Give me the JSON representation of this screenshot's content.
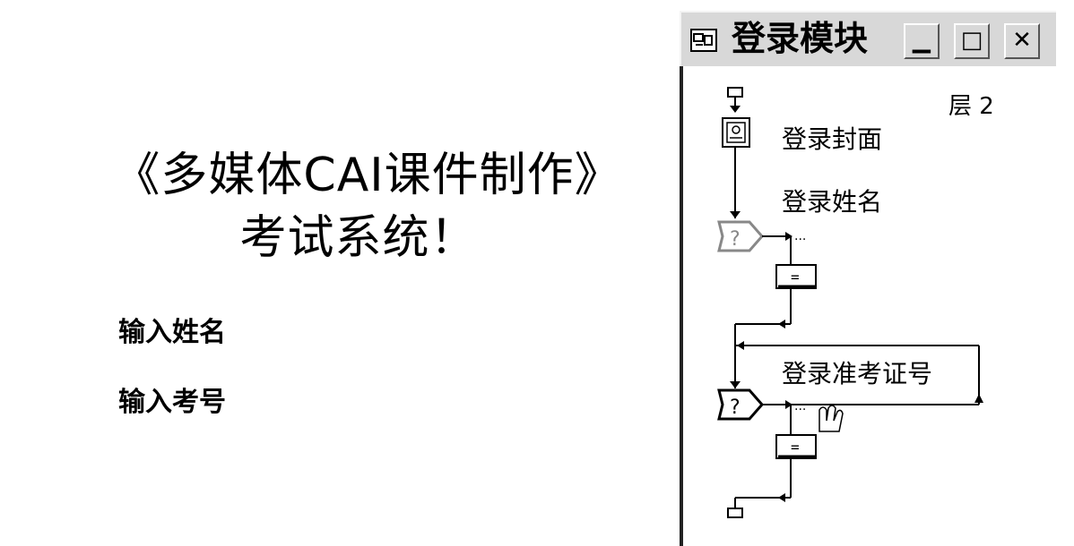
{
  "stage": {
    "title_line1": "《多媒体CAI课件制作》",
    "title_line2": "考试系统！",
    "label_name": "输入姓名",
    "label_exam": "输入考号"
  },
  "window": {
    "title": "登录模块",
    "min_glyph": "▁",
    "max_glyph": "□",
    "close_glyph": "✕",
    "layer_label": "层 2",
    "icons": {
      "window": "flowline-window-icon",
      "start_flag": "start-flag-icon",
      "display": "display-icon",
      "interaction": "interaction-icon",
      "text_entry": "text-entry-response-icon",
      "hand_cursor": "hand-cursor-icon",
      "end_flag": "end-flag-icon"
    },
    "flow": {
      "cover": "登录封面",
      "name": "登录姓名",
      "exam": "登录准考证号",
      "response_symbol": "=",
      "interaction_symbol": "?"
    }
  }
}
